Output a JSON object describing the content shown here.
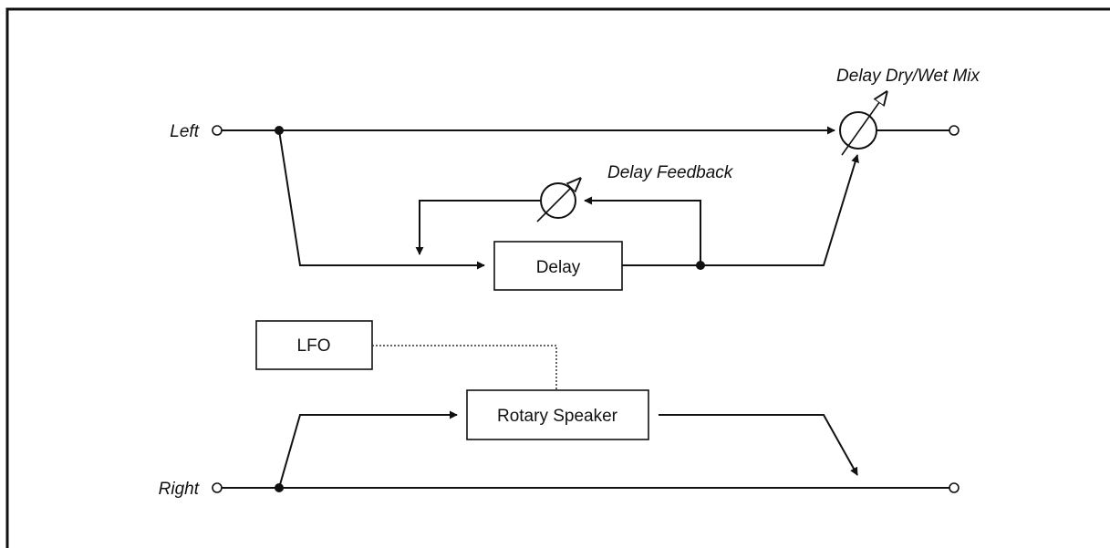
{
  "labels": {
    "left": "Left",
    "right": "Right",
    "mix": "Delay Dry/Wet Mix",
    "feedback": "Delay Feedback"
  },
  "blocks": {
    "delay": "Delay",
    "lfo": "LFO",
    "rotary": "Rotary Speaker"
  }
}
